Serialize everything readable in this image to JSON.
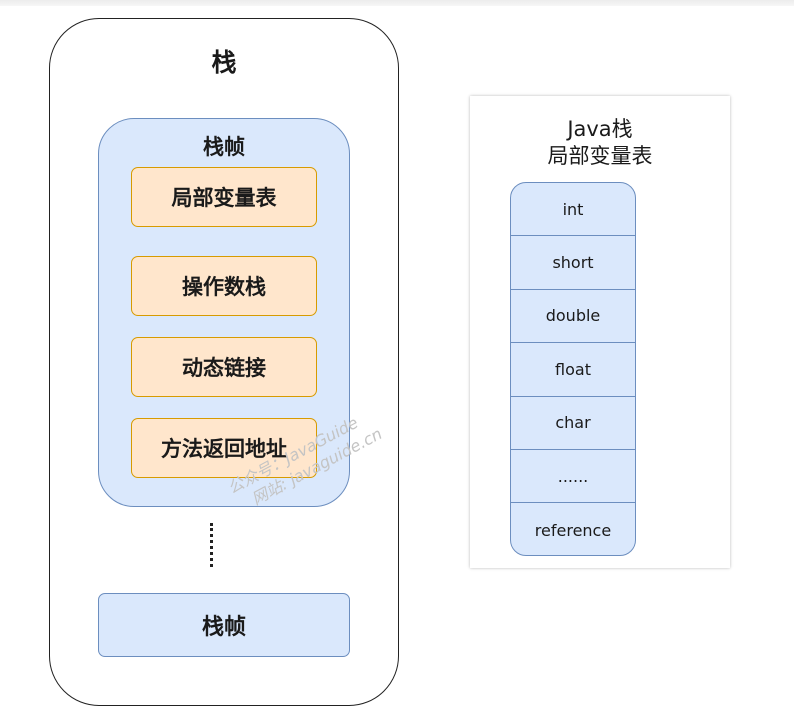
{
  "stack": {
    "title": "栈",
    "frame": {
      "title": "栈帧",
      "slots": [
        "局部变量表",
        "操作数栈",
        "动态链接",
        "方法返回地址"
      ]
    },
    "frame2_title": "栈帧"
  },
  "watermark": {
    "line1": "公众号：JavaGuide",
    "line2": "网站: javaguide.cn"
  },
  "lvt_panel": {
    "title_line1": "Java栈",
    "title_line2": "局部变量表",
    "rows": [
      "int",
      "short",
      "double",
      "float",
      "char",
      "......",
      "reference"
    ]
  },
  "colors": {
    "frame_fill": "#dae8fc",
    "frame_border": "#6c8ebf",
    "slot_fill": "#ffe6cc",
    "slot_border": "#d79b00"
  }
}
